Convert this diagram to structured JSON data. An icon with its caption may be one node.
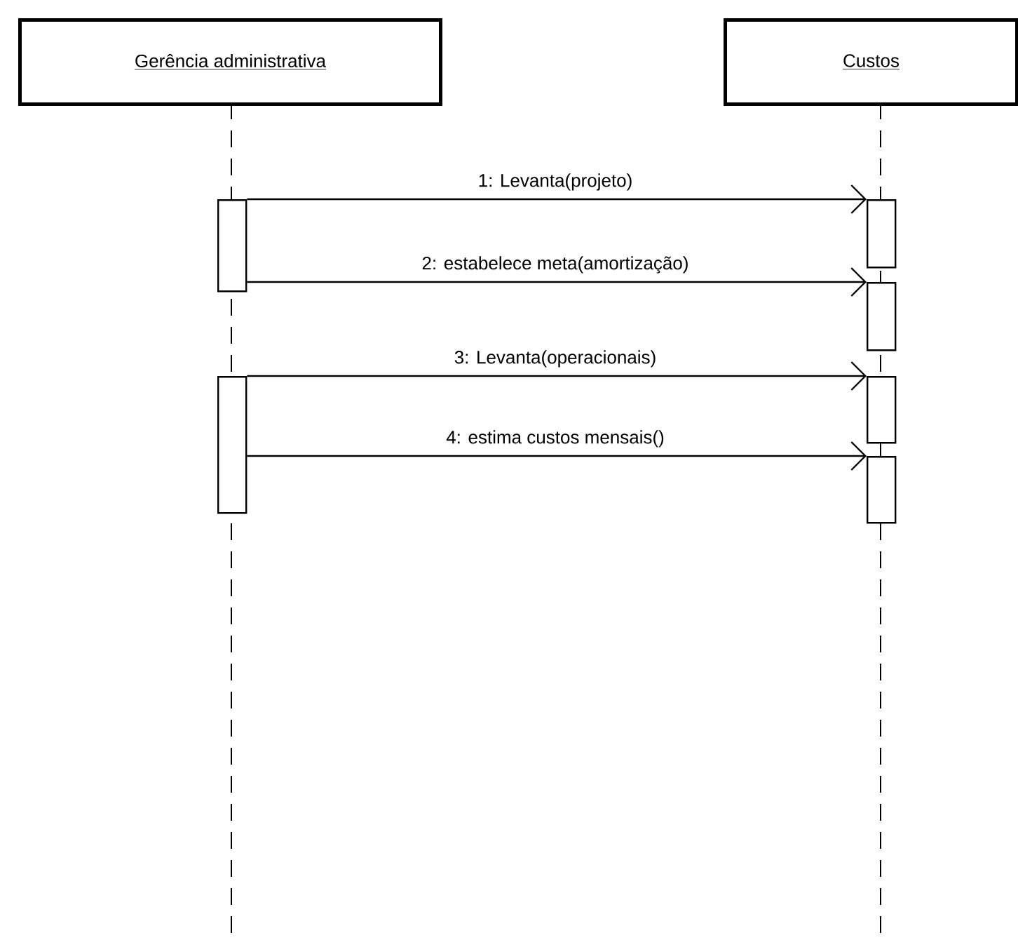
{
  "diagram": {
    "nodes": [
      {
        "text": [
          "Gerência administrativa"
        ]
      },
      {
        "text": [
          "Custos"
        ]
      },
      {
        "text": [],
        "shape": "bar"
      },
      {
        "text": [],
        "shape": "bar"
      },
      {
        "text": [],
        "shape": "bar"
      },
      {
        "text": [],
        "shape": "bar"
      },
      {
        "text": [],
        "shape": "bar"
      },
      {
        "text": [],
        "shape": "bar"
      }
    ],
    "edges": [
      {
        "from": 2,
        "to": 4,
        "arrow": "to",
        "label": "1: Levanta(projeto)"
      },
      {
        "from": 2,
        "to": 5,
        "arrow": "to",
        "label": "2: estabelece meta(amortização)"
      },
      {
        "from": 3,
        "to": 6,
        "arrow": "to",
        "label": "3: Levanta(operacionais)"
      },
      {
        "from": 3,
        "to": 7,
        "arrow": "to",
        "label": "4: estima custos mensais()"
      }
    ]
  }
}
